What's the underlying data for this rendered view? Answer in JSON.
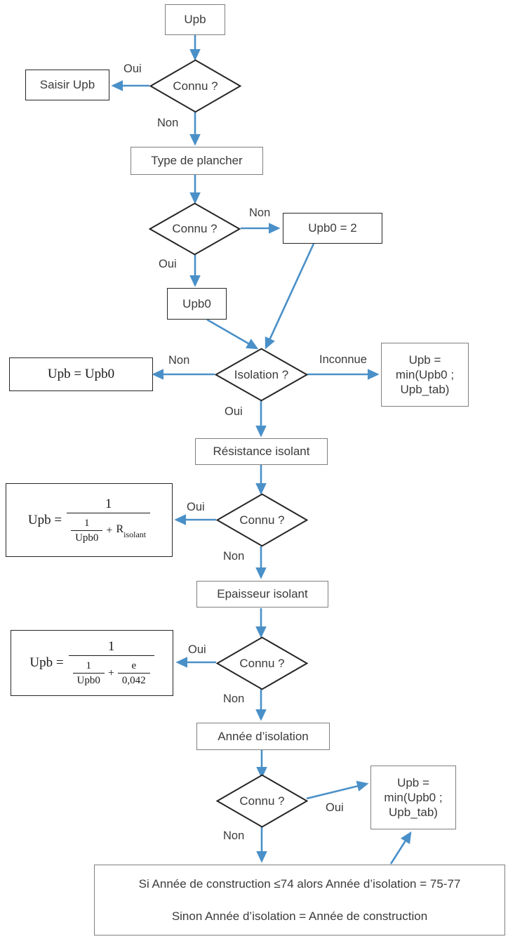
{
  "diagram": {
    "title": "Upb calculation flowchart",
    "colors": {
      "arrow": "#4A90C8",
      "box_border": "#7F7F7F",
      "diamond_border": "#262626",
      "text": "#3B3B3B",
      "background": "#FFFFFF"
    }
  },
  "nodes": {
    "start": {
      "label": "Upb"
    },
    "decision_connu_1": {
      "label": "Connu ?"
    },
    "saisir_upb": {
      "label": "Saisir Upb"
    },
    "type_de_plancher": {
      "label": "Type de plancher"
    },
    "decision_connu_2": {
      "label": "Connu ?"
    },
    "upb0_equals_2": {
      "label": "Upb0 = 2"
    },
    "upb0": {
      "label": "Upb0"
    },
    "decision_isolation": {
      "label": "Isolation ?"
    },
    "upb_equals_upb0": {
      "label": "Upb = Upb0"
    },
    "upb_min_tab_top": {
      "lines": [
        "Upb =",
        "min(Upb0 ;",
        "Upb_tab)"
      ]
    },
    "resistance_isolant": {
      "label": "Résistance isolant"
    },
    "decision_connu_3": {
      "label": "Connu ?"
    },
    "formula_resistance": {
      "lhs": "Upb =",
      "numerator": "1",
      "den_frac_num": "1",
      "den_frac_den": "Upb0",
      "den_plus": "+",
      "den_term": "R",
      "den_term_sub": "isolant",
      "plain": "Upb = 1 / (1/Upb0 + R_isolant)"
    },
    "epaisseur_isolant": {
      "label": "Epaisseur isolant"
    },
    "decision_connu_4": {
      "label": "Connu ?"
    },
    "formula_epaisseur": {
      "lhs": "Upb =",
      "numerator": "1",
      "den_frac_num": "1",
      "den_frac_den": "Upb0",
      "den_plus": "+",
      "den_term_num": "e",
      "den_term_den": "0,042",
      "plain": "Upb = 1 / (1/Upb0 + e/0,042)"
    },
    "annee_isolation": {
      "label": "Année d’isolation"
    },
    "decision_connu_5": {
      "label": "Connu ?"
    },
    "upb_min_tab_bottom": {
      "lines": [
        "Upb =",
        "min(Upb0 ;",
        "Upb_tab)"
      ]
    },
    "note_annee": {
      "lines": [
        "Si Année de construction ≤74 alors Année d’isolation = 75-77",
        "Sinon Année d’isolation = Année de construction"
      ]
    }
  },
  "edge_labels": {
    "oui_1": "Oui",
    "non_1": "Non",
    "non_2": "Non",
    "oui_2": "Oui",
    "non_isolation": "Non",
    "inconnue": "Inconnue",
    "oui_isolation": "Oui",
    "oui_3": "Oui",
    "non_3": "Non",
    "oui_4": "Oui",
    "non_4": "Non",
    "oui_5": "Oui",
    "non_5": "Non"
  }
}
